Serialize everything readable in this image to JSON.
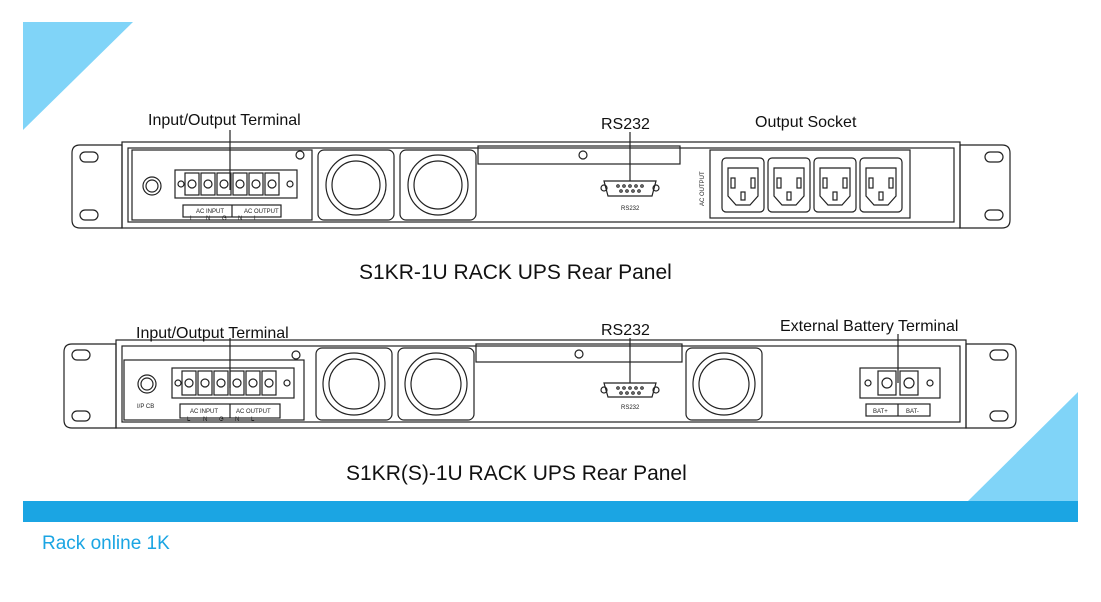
{
  "colors": {
    "accent": "#1ba5e3",
    "accent_light": "#7fd3f7",
    "line": "#222222"
  },
  "panel1": {
    "label_terminal": "Input/Output Terminal",
    "label_rs232": "RS232",
    "label_socket": "Output Socket",
    "connector_text": "RS232",
    "terminal_ac_input": "AC INPUT",
    "terminal_ac_output": "AC OUTPUT",
    "terminal_pins": [
      "L",
      "N",
      "G",
      "N",
      "L"
    ],
    "side_text": "AC OUTPUT",
    "caption": "S1KR-1U RACK UPS  Rear Panel"
  },
  "panel2": {
    "label_terminal": "Input/Output Terminal",
    "label_rs232": "RS232",
    "label_battery": "External Battery Terminal",
    "connector_text": "RS232",
    "breaker_text": "I/P CB",
    "terminal_ac_input": "AC INPUT",
    "terminal_ac_output": "AC OUTPUT",
    "terminal_pins": [
      "L",
      "N",
      "G",
      "N",
      "L"
    ],
    "bat_pos": "BAT+",
    "bat_neg": "BAT-",
    "caption": "S1KR(S)-1U RACK UPS  Rear Panel"
  },
  "footer": {
    "text": "Rack online 1K"
  }
}
